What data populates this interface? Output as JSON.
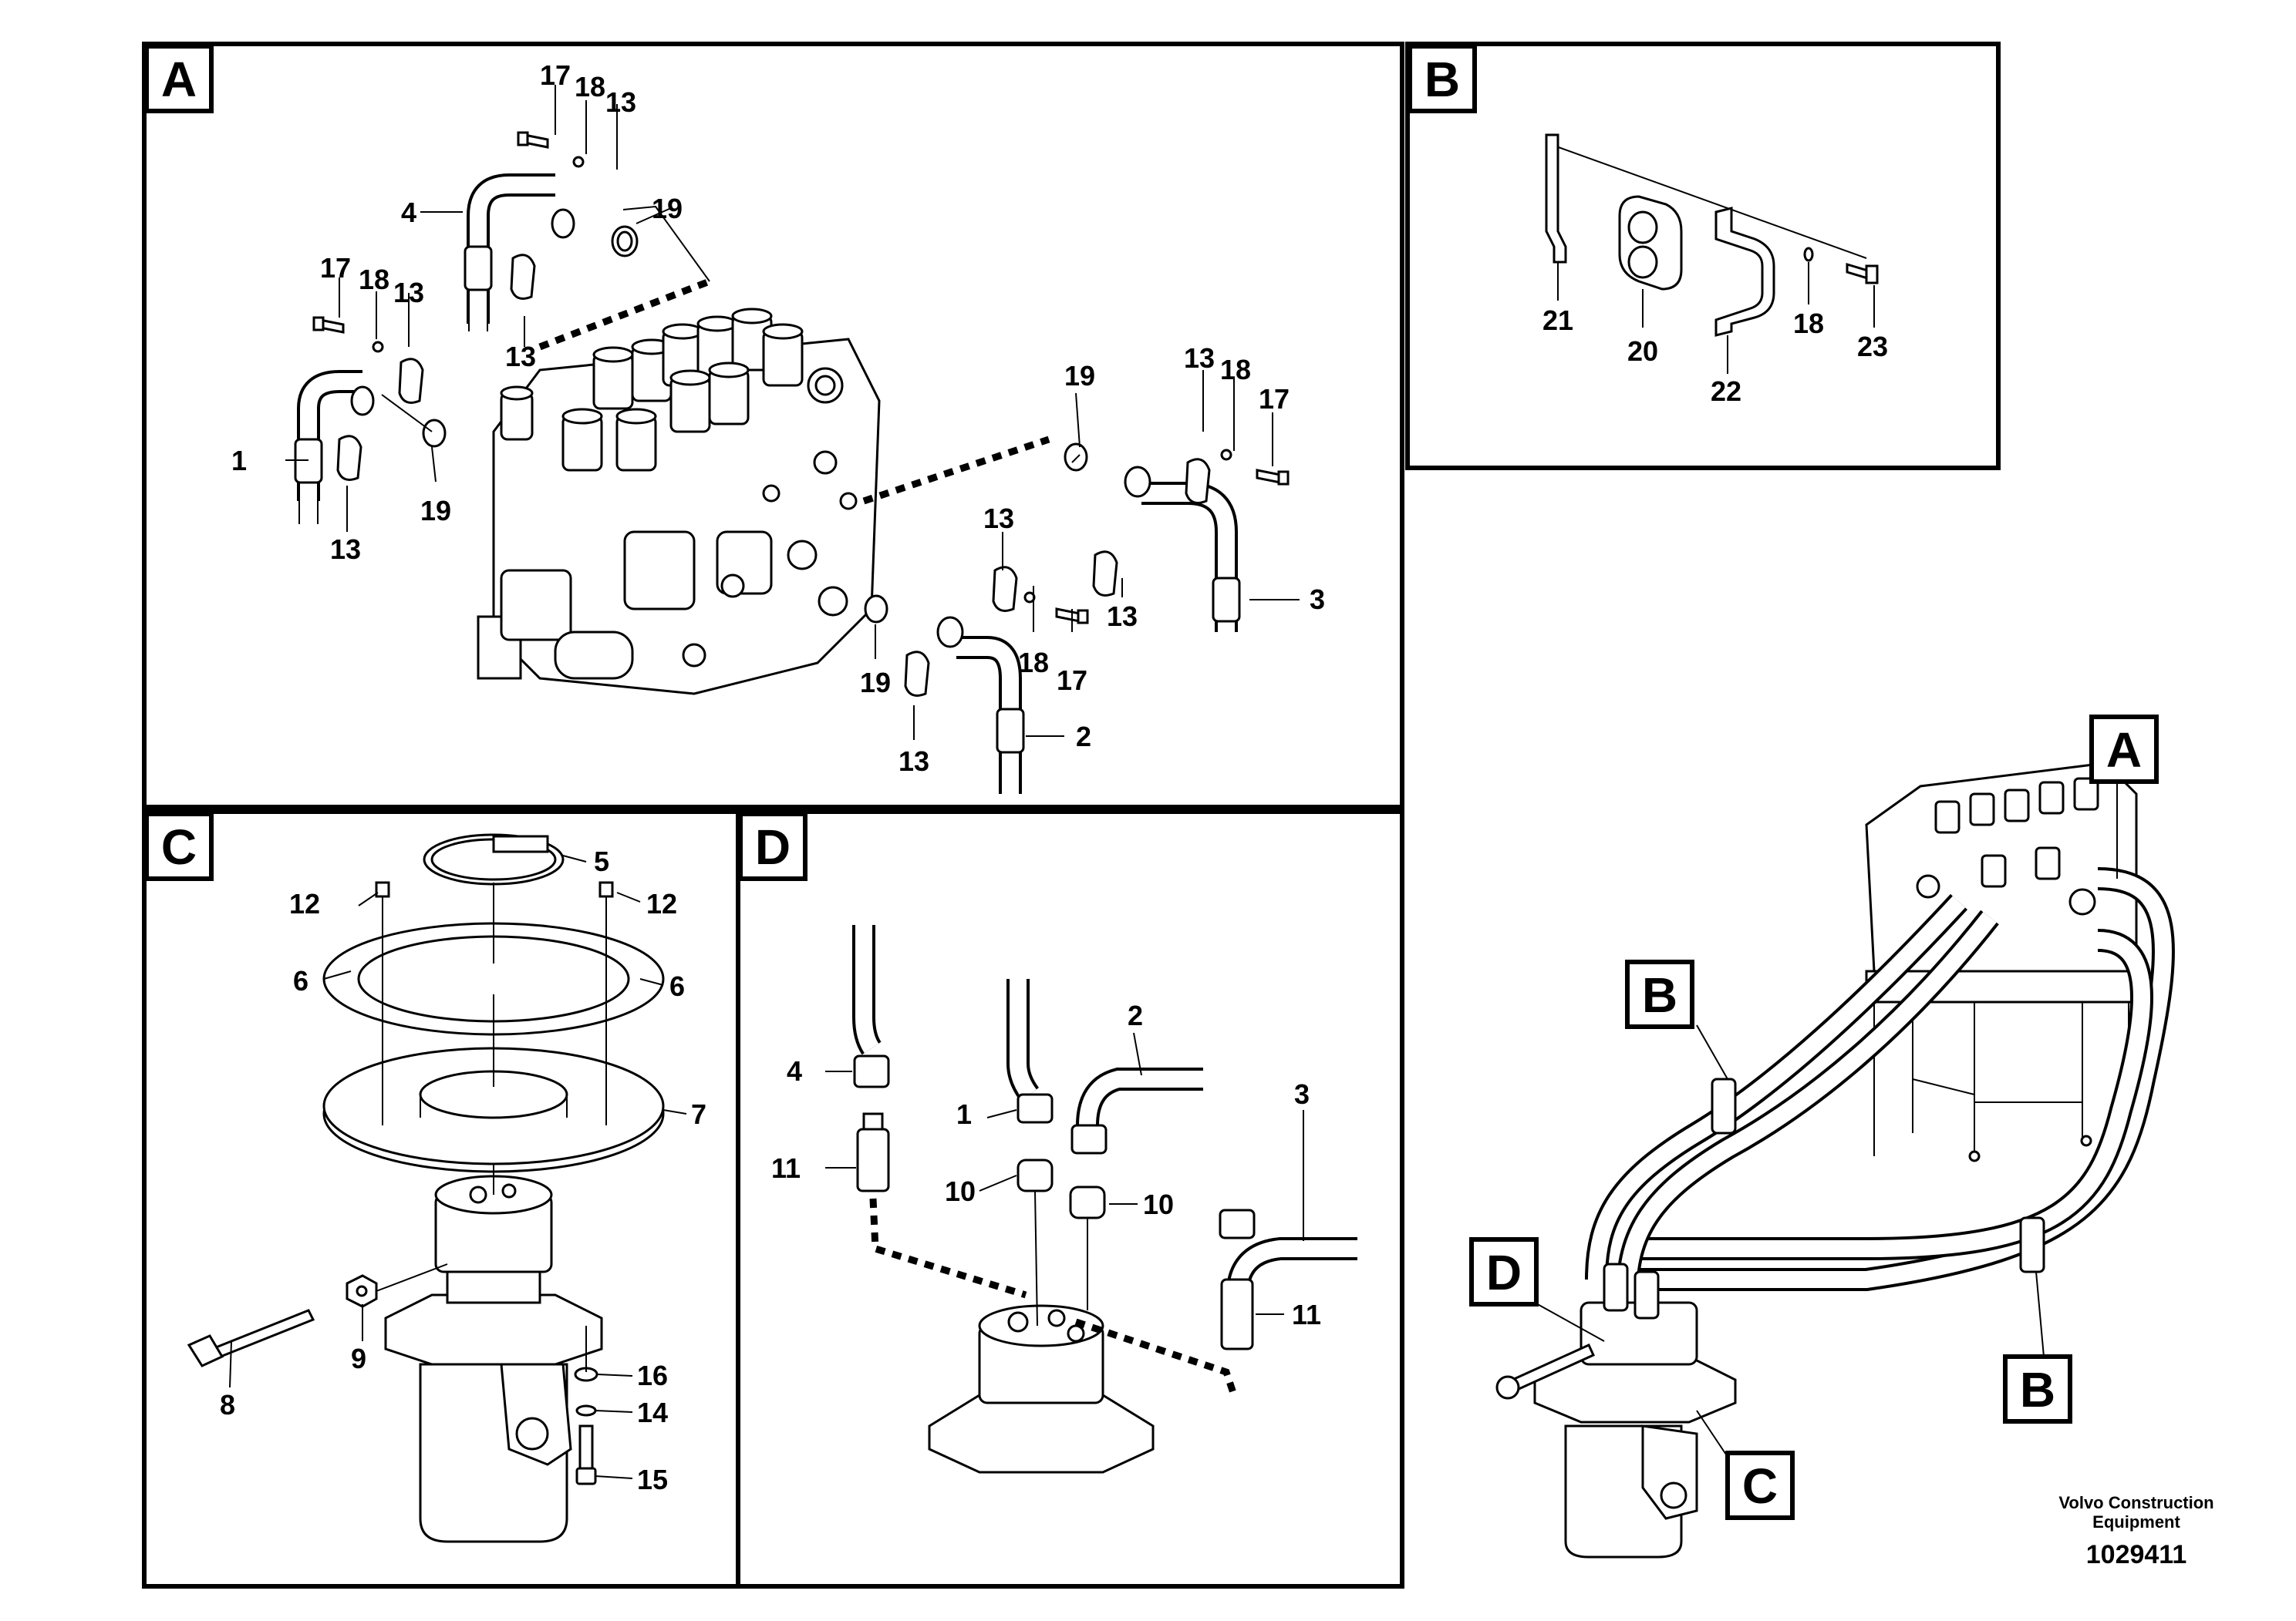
{
  "panels": {
    "A": {
      "tag": "A",
      "labels": {
        "p1": "1",
        "p2": "2",
        "p3": "3",
        "p4": "4",
        "p13a": "13",
        "p13b": "13",
        "p13c": "13",
        "p13d": "13",
        "p13e": "13",
        "p13f": "13",
        "p13g": "13",
        "p13h": "13",
        "p17a": "17",
        "p17b": "17",
        "p17c": "17",
        "p17d": "17",
        "p18a": "18",
        "p18b": "18",
        "p18c": "18",
        "p18d": "18",
        "p19a": "19",
        "p19b": "19",
        "p19c": "19",
        "p19d": "19"
      }
    },
    "B": {
      "tag": "B",
      "labels": {
        "p18": "18",
        "p20": "20",
        "p21": "21",
        "p22": "22",
        "p23": "23"
      }
    },
    "C": {
      "tag": "C",
      "labels": {
        "p5": "5",
        "p6a": "6",
        "p6b": "6",
        "p7": "7",
        "p8": "8",
        "p9": "9",
        "p12a": "12",
        "p12b": "12",
        "p14": "14",
        "p15": "15",
        "p16": "16"
      }
    },
    "D": {
      "tag": "D",
      "labels": {
        "p1": "1",
        "p2": "2",
        "p3": "3",
        "p4": "4",
        "p10a": "10",
        "p10b": "10",
        "p11a": "11",
        "p11b": "11"
      }
    },
    "overview": {
      "tags": {
        "A": "A",
        "B1": "B",
        "B2": "B",
        "C": "C",
        "D": "D"
      }
    }
  },
  "footer": {
    "brand_line1": "Volvo Construction",
    "brand_line2": "Equipment",
    "doc_number": "1029411"
  }
}
